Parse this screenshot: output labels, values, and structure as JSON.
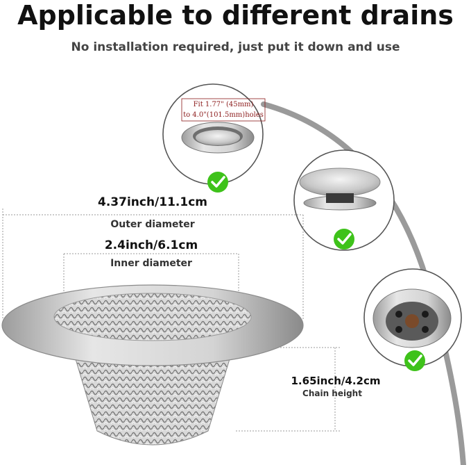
{
  "header": {
    "title": "Applicable to different drains",
    "subtitle": "No installation required, just put it down and use"
  },
  "drains": {
    "note_line1": "Fit 1.77\" (45mm)",
    "note_line2": "to 4.0\"(101.5mm)holes"
  },
  "dimensions": {
    "outer_value": "4.37inch/11.1cm",
    "outer_label": "Outer diameter",
    "inner_value": "2.4inch/6.1cm",
    "inner_label": "Inner diameter",
    "chain_value": "1.65inch/4.2cm",
    "chain_label": "Chain height"
  },
  "colors": {
    "check_green": "#3ec21a",
    "note_red": "#8b1a1a",
    "arc_gray": "#9a9a9a"
  }
}
